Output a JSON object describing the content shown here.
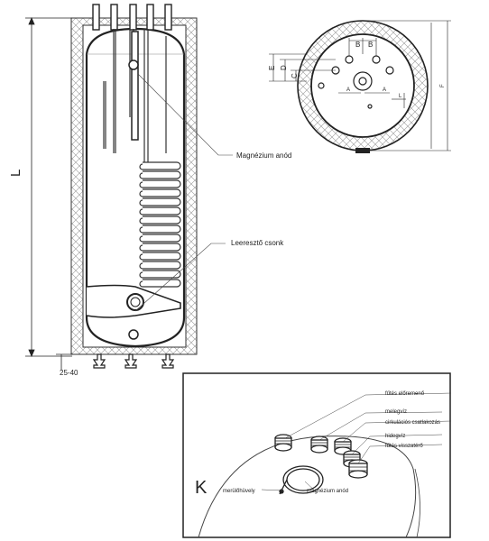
{
  "side_view": {
    "dim_length": "L",
    "dim_feet": "25-40",
    "label_anode": "Magnézium anód",
    "label_drain": "Leeresztő csonk"
  },
  "top_view": {
    "dim_b1": "B",
    "dim_b2": "B",
    "dim_e": "E",
    "dim_d": "D",
    "dim_c": "C",
    "dim_a": "A",
    "dim_a2": "A",
    "dim_l": "L",
    "dim_f": "F"
  },
  "detail_view": {
    "letter_k": "K",
    "label_heating_flow": "fűtés előremenő",
    "label_hot_water": "melegvíz",
    "label_circulation": "cirkulációs csatlakozás",
    "label_cold_water": "hidegvíz",
    "label_heating_return": "fűtés visszatérő",
    "label_sensor": "merülőhüvely",
    "label_anode": "magnézium anód"
  }
}
